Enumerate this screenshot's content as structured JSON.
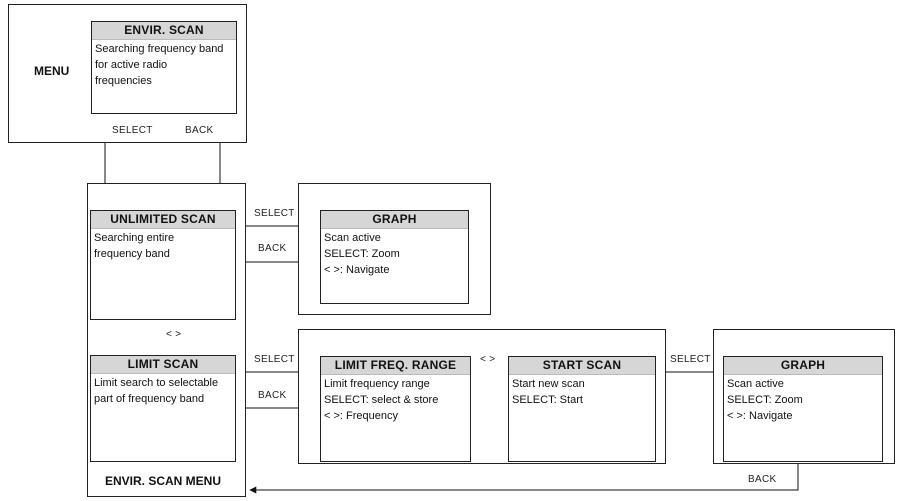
{
  "menu_label": "MENU",
  "envir_scan": {
    "title": "ENVIR. SCAN",
    "lines": [
      "Searching frequency band",
      "for active radio",
      "frequencies"
    ]
  },
  "unlimited_scan": {
    "title": "UNLIMITED SCAN",
    "lines": [
      "Searching entire",
      "frequency band"
    ]
  },
  "limit_scan": {
    "title": "LIMIT SCAN",
    "lines": [
      "Limit search to selectable",
      "part of frequency band"
    ]
  },
  "graph_top": {
    "title": "GRAPH",
    "lines": [
      "Scan active",
      "SELECT: Zoom",
      "< >: Navigate"
    ]
  },
  "limit_freq_range": {
    "title": "LIMIT FREQ. RANGE",
    "lines": [
      "Limit frequency range",
      "SELECT: select & store",
      "< >: Frequency"
    ]
  },
  "start_scan": {
    "title": "START SCAN",
    "lines": [
      "Start new scan",
      "SELECT: Start"
    ]
  },
  "graph_bottom": {
    "title": "GRAPH",
    "lines": [
      "Scan active",
      "SELECT: Zoom",
      "< >: Navigate"
    ]
  },
  "envir_scan_menu_label": "ENVIR. SCAN MENU",
  "edge_labels": {
    "select_down": "SELECT",
    "back_up": "BACK",
    "select_to_graph": "SELECT",
    "back_from_graph": "BACK",
    "nav_vertical": "< >",
    "select_to_limit": "SELECT",
    "back_from_limit": "BACK",
    "nav_horizontal": "< >",
    "select_to_graph2": "SELECT",
    "back_bottom": "BACK"
  }
}
